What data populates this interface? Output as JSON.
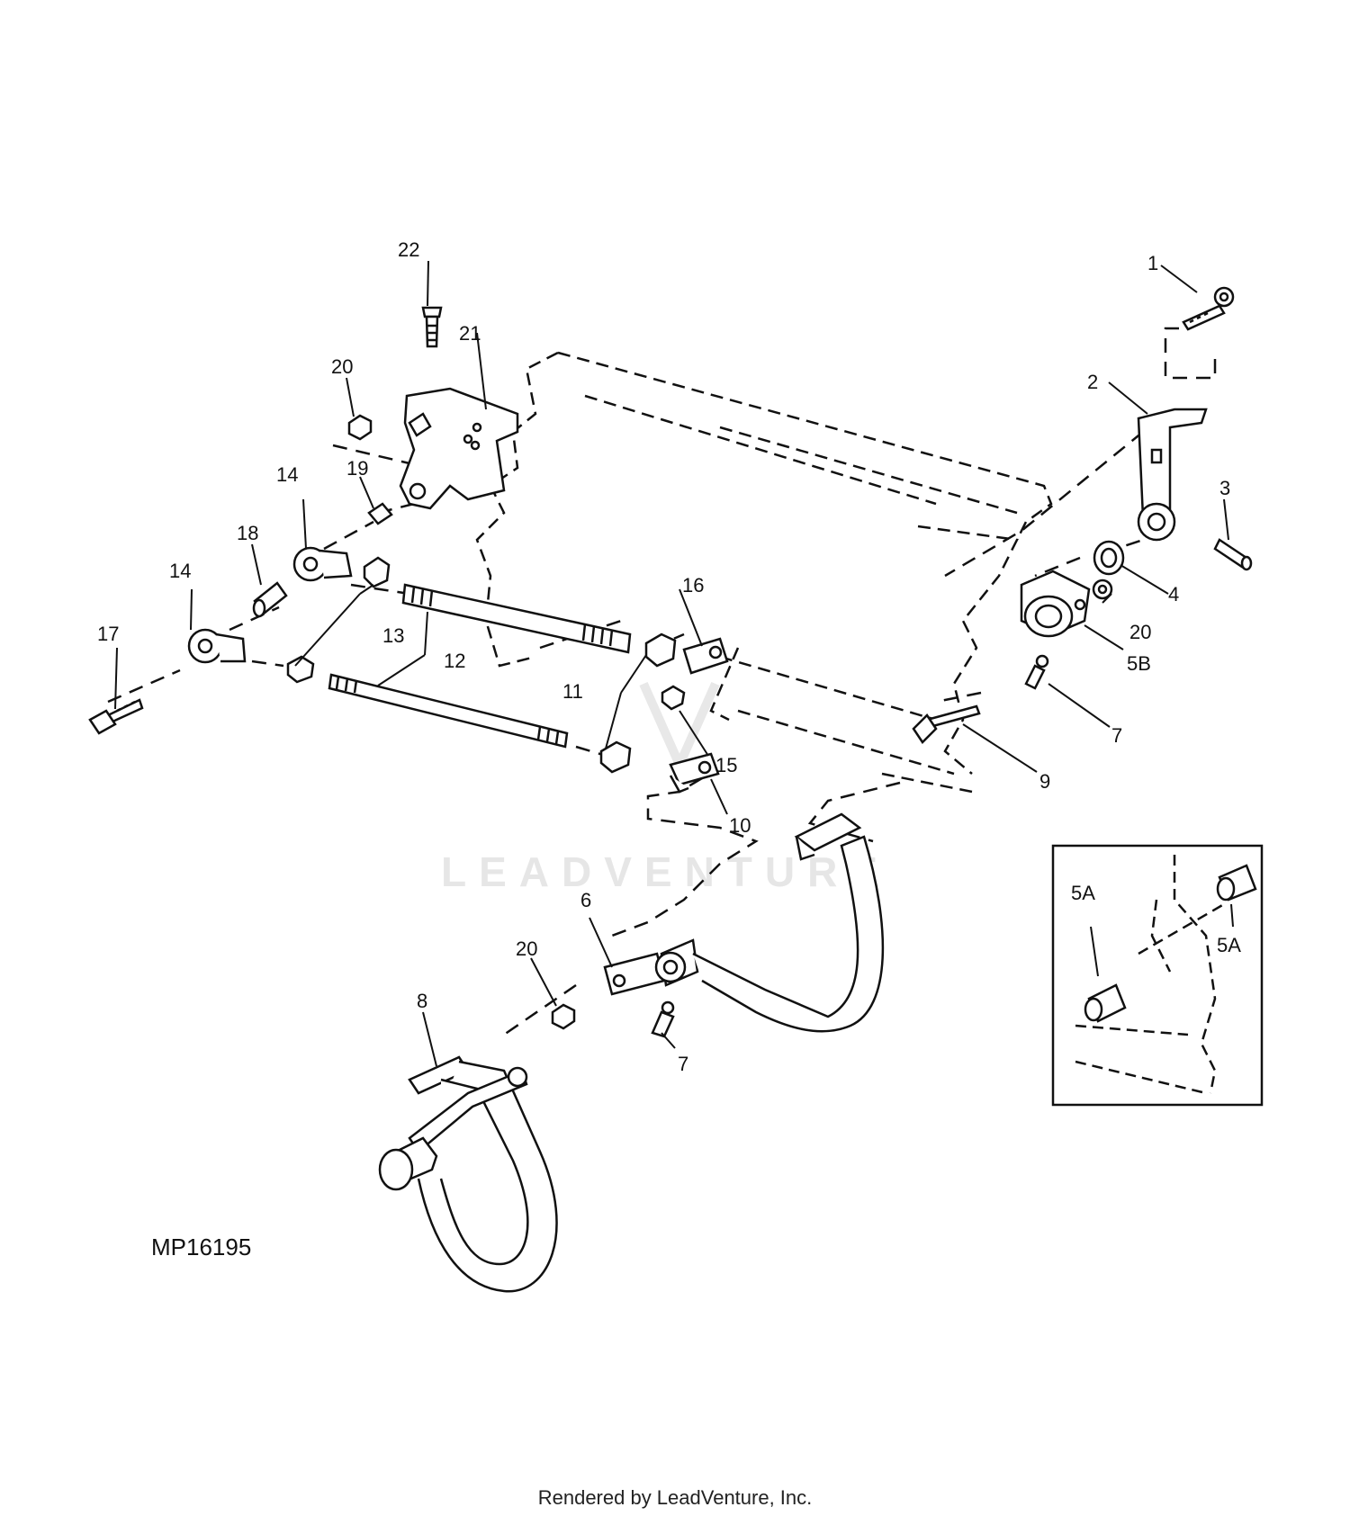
{
  "diagram": {
    "figure_id": "MP16195",
    "watermark": "LEADVENTURE",
    "callouts": {
      "c1": "1",
      "c2": "2",
      "c3": "3",
      "c4": "4",
      "c5b": "5B",
      "c6": "6",
      "c7a": "7",
      "c7b": "7",
      "c8": "8",
      "c9": "9",
      "c10": "10",
      "c11": "11",
      "c12": "12",
      "c13": "13",
      "c14a": "14",
      "c14b": "14",
      "c15": "15",
      "c16": "16",
      "c17": "17",
      "c18": "18",
      "c19": "19",
      "c20a": "20",
      "c20b": "20",
      "c20c": "20",
      "c21": "21",
      "c22": "22"
    },
    "inset": {
      "label_left": "5A",
      "label_right": "5A"
    }
  },
  "footer": {
    "text": "Rendered by LeadVenture, Inc."
  }
}
